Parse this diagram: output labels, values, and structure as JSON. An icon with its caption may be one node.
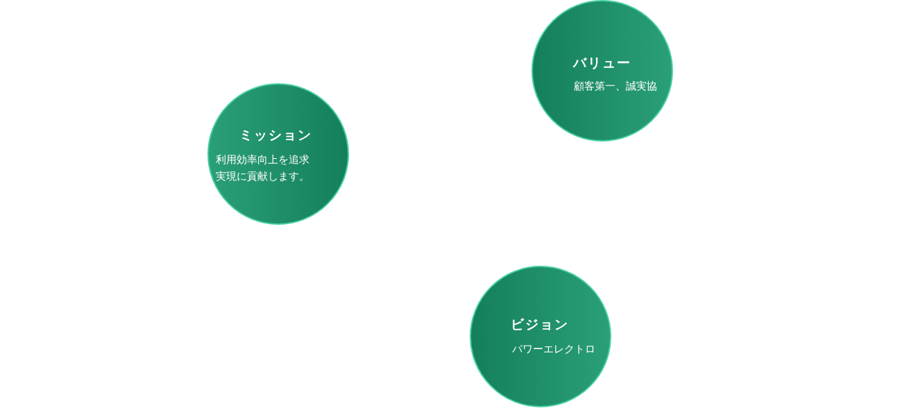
{
  "diagram": {
    "nodes": [
      {
        "text": [
          "ミッション",
          "利用効率向上を追求実現に貢献します。"
        ]
      },
      {
        "text": [
          "バリュー",
          "顧客第一、誠実協"
        ]
      },
      {
        "text": [
          "ビジョン",
          "パワーエレクトロ"
        ]
      }
    ],
    "edges": []
  }
}
